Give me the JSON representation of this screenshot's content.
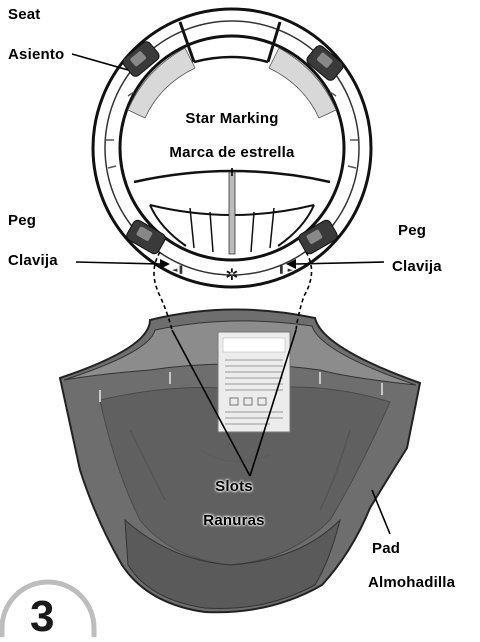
{
  "labels": {
    "seat_en": "Seat",
    "seat_es": "Asiento",
    "star_en": "Star Marking",
    "star_es": "Marca de estrella",
    "peg_left_en": "Peg",
    "peg_left_es": "Clavija",
    "peg_right_en": "Peg",
    "peg_right_es": "Clavija",
    "slots_en": "Slots",
    "slots_es": "Ranuras",
    "pad_en": "Pad",
    "pad_es": "Almohadilla"
  },
  "step": {
    "number": "3"
  },
  "colors": {
    "pad_fill": "#6e6e6e",
    "pad_dark": "#4a4a4a",
    "mesh": "#9a9a9a",
    "ring": "#ffffff",
    "outline": "#1a1a1a"
  }
}
